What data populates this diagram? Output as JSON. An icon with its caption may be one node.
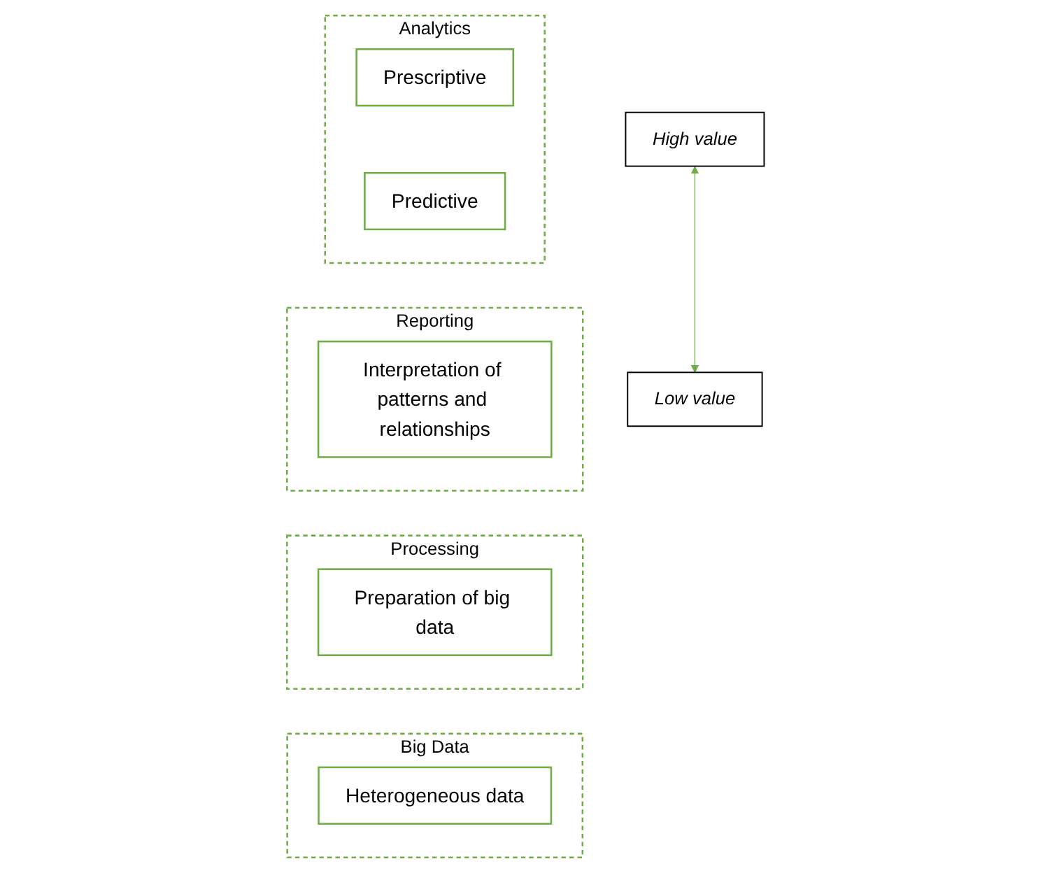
{
  "diagram": {
    "nodes": [
      {
        "text": [
          "Analytics"
        ]
      },
      {
        "text": [
          "Prescriptive"
        ],
        "in": 0
      },
      {
        "text": [
          "Predictive"
        ],
        "in": 0
      },
      {
        "text": [
          "Reporting"
        ]
      },
      {
        "text": [
          "Interpretation of patterns and relationships"
        ],
        "in": 3
      },
      {
        "text": [
          "Processing"
        ]
      },
      {
        "text": [
          "Preparation of big data"
        ],
        "in": 5
      },
      {
        "text": [
          "Big Data"
        ]
      },
      {
        "text": [
          "Heterogeneous data"
        ],
        "in": 7
      },
      {
        "text": [
          "High value"
        ]
      },
      {
        "text": [
          "Low value"
        ]
      }
    ],
    "edges": [
      {
        "from": 9,
        "to": 10,
        "arrow": "both",
        "color": "#70ad47"
      }
    ]
  }
}
